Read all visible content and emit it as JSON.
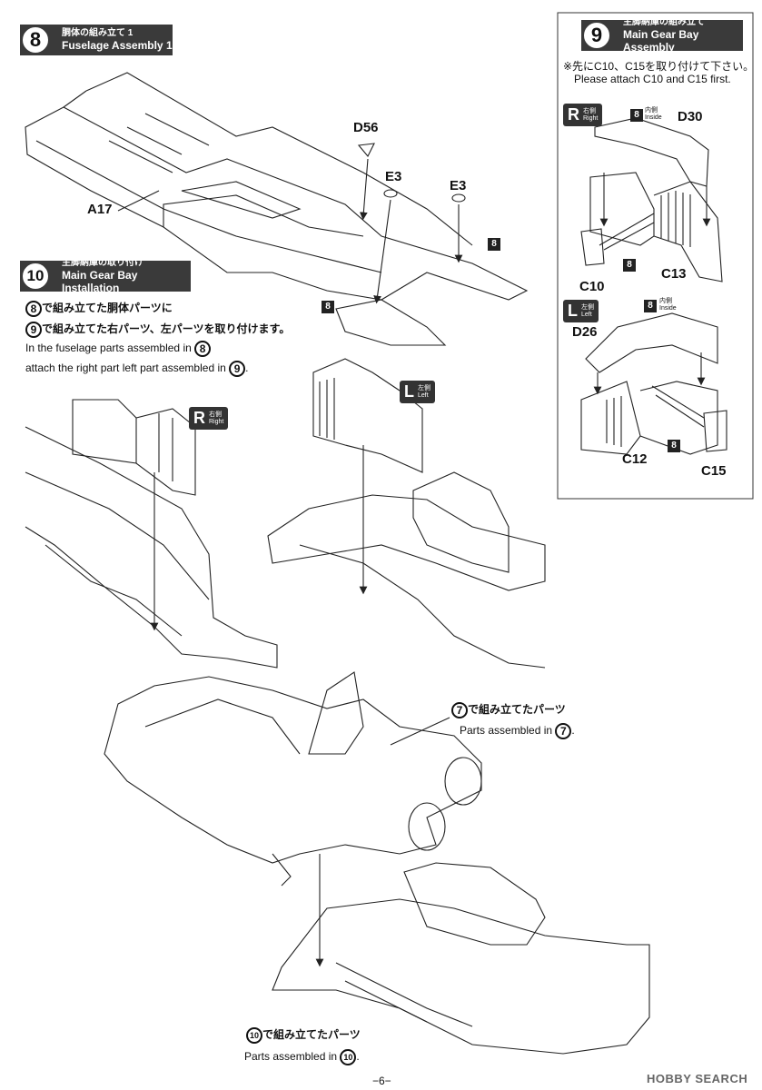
{
  "step8": {
    "number": "8",
    "title_ja": "胴体の組み立て 1",
    "title_en": "Fuselage Assembly 1",
    "parts": {
      "a17": "A17",
      "d56": "D56",
      "e3_left": "E3",
      "e3_right": "E3"
    },
    "sub_ref": "8"
  },
  "step9": {
    "number": "9",
    "title_ja": "主脚納庫の組み立て",
    "title_en": "Main Gear Bay Assembly",
    "note_ja": "※先にC10、C15を取り付けて下さい。",
    "note_en": "Please attach C10 and C15 first.",
    "right": {
      "letter": "R",
      "ja": "右側",
      "en": "Right"
    },
    "left": {
      "letter": "L",
      "ja": "左側",
      "en": "Left"
    },
    "inside_ja": "内側",
    "inside_en": "Inside",
    "sub_ref": "8",
    "parts": {
      "d30": "D30",
      "c10": "C10",
      "c13": "C13",
      "d26": "D26",
      "c12": "C12",
      "c15": "C15"
    }
  },
  "step10": {
    "number": "10",
    "title_ja": "主脚納庫の取り付け",
    "title_en": "Main Gear Bay Installation",
    "line1_num": "8",
    "line1_ja": "で組み立てた胴体パーツに",
    "line2_num": "9",
    "line2_ja": "で組み立てた右パーツ、左パーツを取り付けます。",
    "line3_en": "In the fuselage parts assembled in",
    "line3_num": "8",
    "line4_en": "attach the right part left part assembled in",
    "line4_num": "9",
    "line4_end": ".",
    "right": {
      "letter": "R",
      "ja": "右側",
      "en": "Right"
    },
    "left": {
      "letter": "L",
      "ja": "左側",
      "en": "Left"
    }
  },
  "final": {
    "ref7_num": "7",
    "ref7_ja": "で組み立てたパーツ",
    "ref7_en": "Parts assembled in",
    "ref7_en_num": "7",
    "ref10_num": "10",
    "ref10_ja": "で組み立てたパーツ",
    "ref10_en": "Parts assembled in",
    "ref10_en_num": "10",
    "period": "."
  },
  "page_number": "−6−",
  "watermark": "HOBBY SEARCH"
}
